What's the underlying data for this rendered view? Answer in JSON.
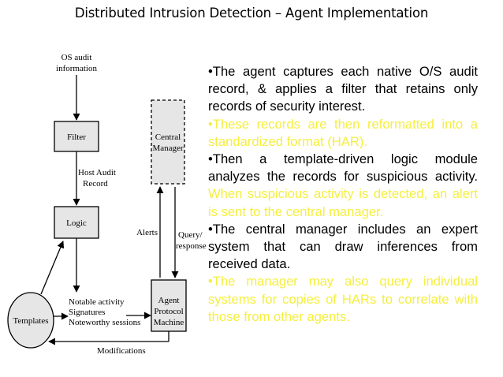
{
  "title": "Distributed Intrusion Detection – Agent Implementation",
  "diagram": {
    "os_audit_line1": "OS audit",
    "os_audit_line2": "information",
    "filter": "Filter",
    "host_audit_line1": "Host Audit",
    "host_audit_line2": "Record",
    "logic": "Logic",
    "central_line1": "Central",
    "central_line2": "Manager",
    "alerts": "Alerts",
    "query_line1": "Query/",
    "query_line2": "response",
    "templates": "Templates",
    "notable_line1": "Notable activity",
    "notable_line2": "Signatures",
    "notable_line3": "Noteworthy sessions",
    "agent_line1": "Agent",
    "agent_line2": "Protocol",
    "agent_line3": "Machine",
    "modifications": "Modifications"
  },
  "bullets": {
    "b1": "•The agent captures each native O/S audit record, & applies a filter that retains only records of security interest.",
    "b2": "•These records are then reformatted into a standardized format (HAR).",
    "b3_black": "•Then a template-driven logic module analyzes the records for suspicious activity.",
    "b3_yellow": " When suspicious activity is detected, an alert is sent to the central manager.",
    "b4": "•The central manager includes an expert system that can draw inferences from received data.",
    "b5": "•The manager may also query individual systems for copies of HARs to correlate with those from other agents."
  },
  "colors": {
    "text": "#000000",
    "highlight": "#f5ef3e",
    "box_fill": "#e6e6e6"
  }
}
